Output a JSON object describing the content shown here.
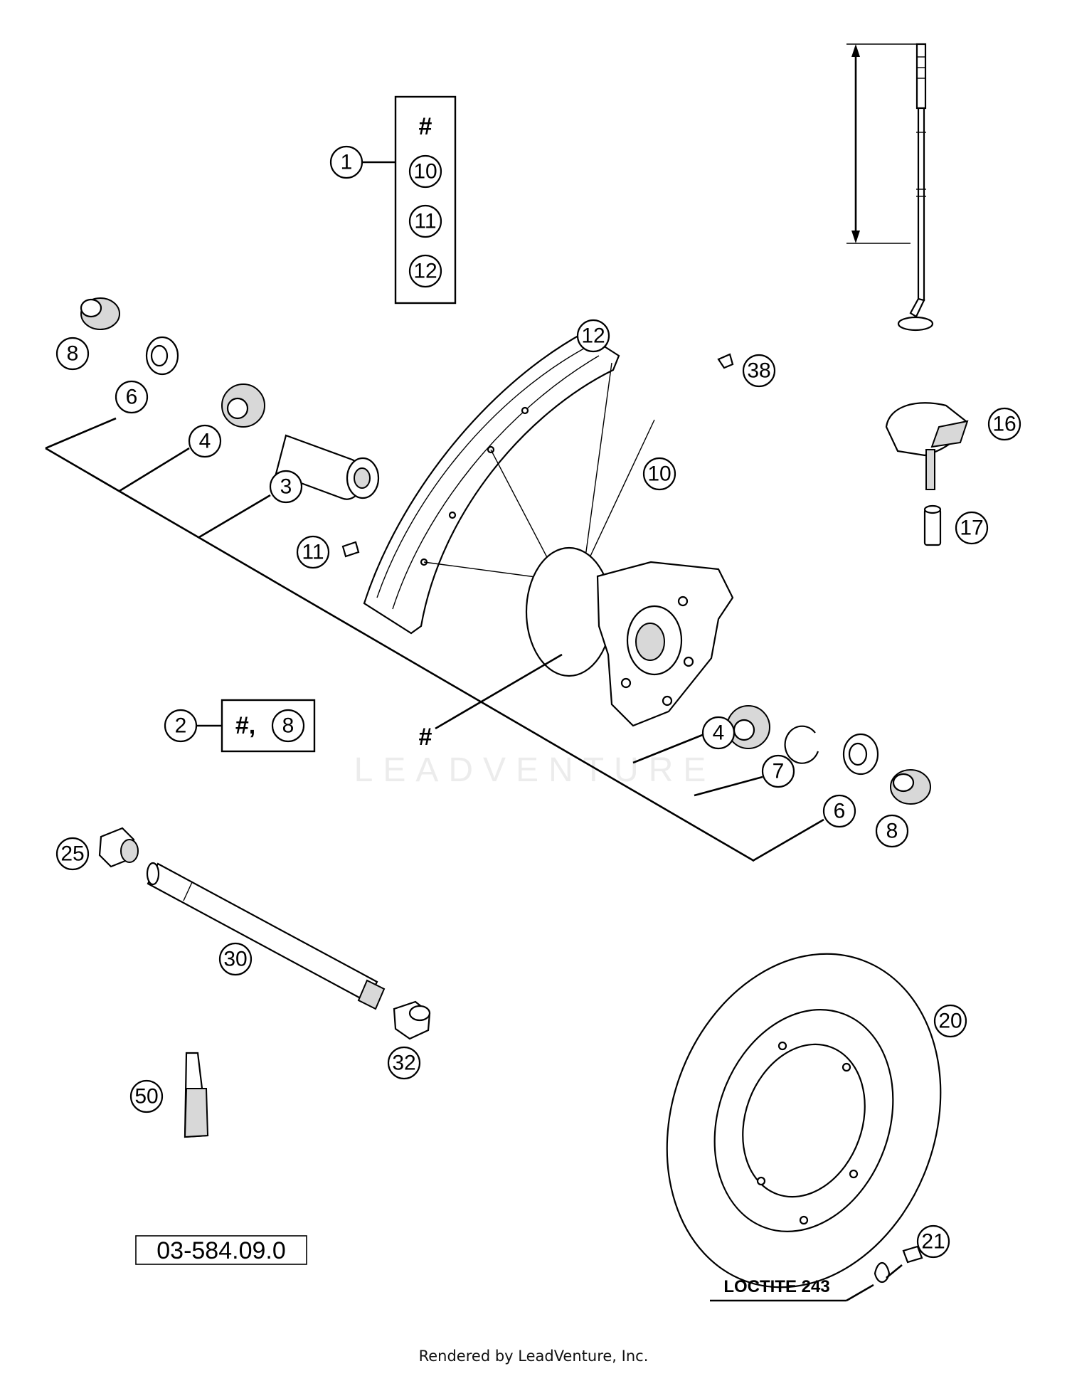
{
  "kit_box": {
    "lead": "1",
    "items": [
      "#",
      "10",
      "11",
      "12"
    ]
  },
  "kit_box_2": {
    "lead": "2",
    "hash": "#,",
    "num": "8"
  },
  "axle_labels": [
    "6",
    "4",
    "3"
  ],
  "axle_labels_right": [
    "4",
    "7",
    "6"
  ],
  "hash_label": "#",
  "callouts": {
    "c8a": "8",
    "c11": "11",
    "c12": "12",
    "c10": "10",
    "c38": "38",
    "c16": "16",
    "c17": "17",
    "c8b": "8",
    "c25": "25",
    "c30": "30",
    "c32": "32",
    "c50": "50",
    "c20": "20",
    "c21": "21"
  },
  "part_number": "03-584.09.0",
  "loctite": "LOCTITE 243",
  "watermark": "LEADVENTURE",
  "footer": "Rendered by LeadVenture, Inc."
}
